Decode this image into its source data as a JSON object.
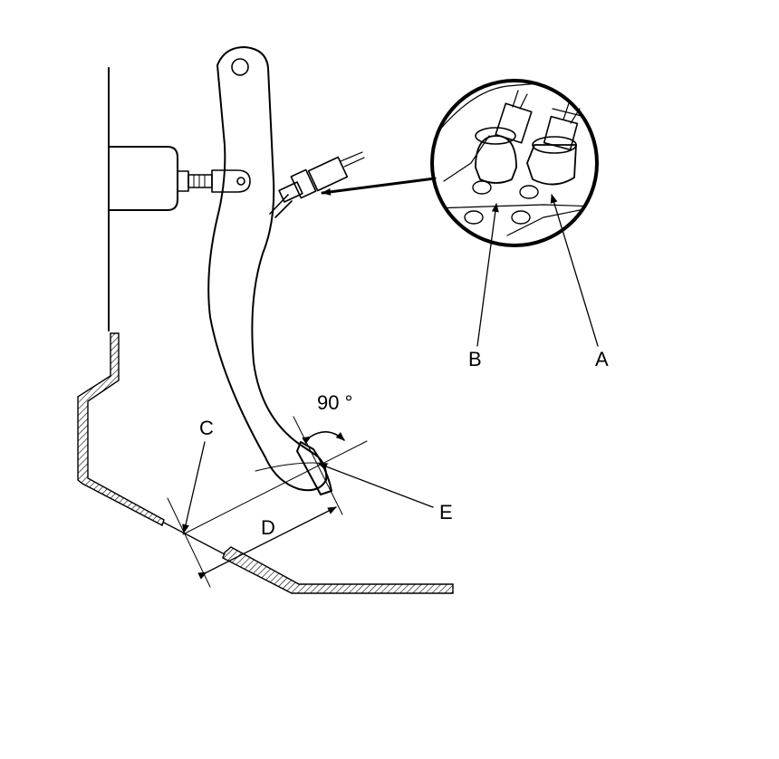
{
  "labels": {
    "a": "A",
    "b": "B",
    "c": "C",
    "d": "D",
    "e": "E",
    "angle": "90 °"
  },
  "colors": {
    "line": "#000000",
    "background": "#ffffff"
  }
}
